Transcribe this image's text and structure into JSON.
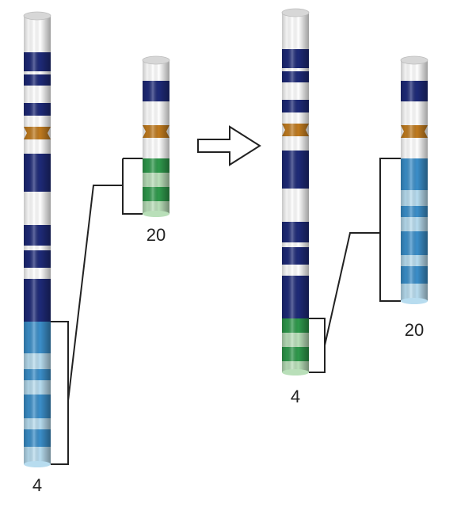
{
  "labels": {
    "left_chr4": "4",
    "left_chr20": "20",
    "right_chr4": "4",
    "right_chr20": "20"
  },
  "colors": {
    "navy": "#1e2a78",
    "blue": "#3b8fca",
    "light_blue": "#b7dcef",
    "green": "#2f9a4c",
    "light_green": "#b9dfb9",
    "centromere": "#c07b1f",
    "white": "#ffffff",
    "bracket": "#222222"
  },
  "icons": {
    "arrow": "right-arrow-icon"
  }
}
